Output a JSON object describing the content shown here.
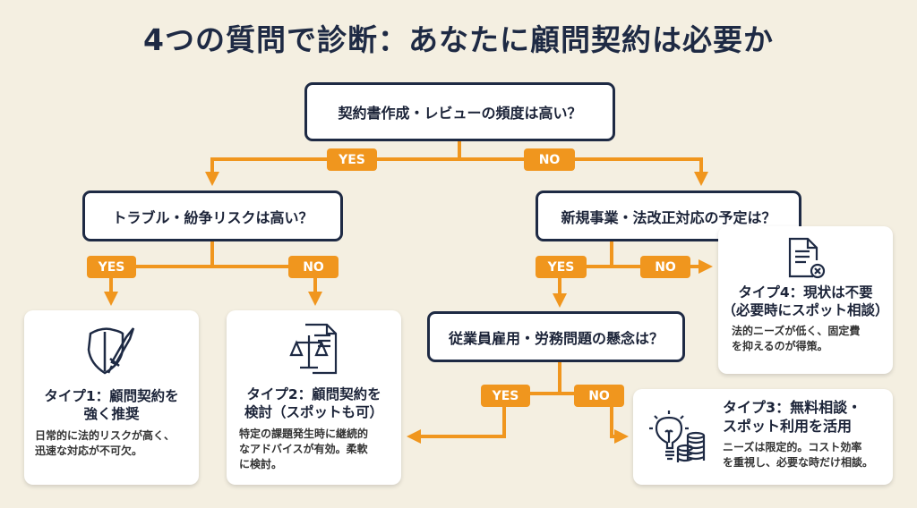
{
  "title": "4つの質問で診断：あなたに顧問契約は必要か",
  "questions": {
    "q1": "契約書作成・レビューの頻度は高い？",
    "q2": "トラブル・紛争リスクは高い？",
    "q3": "新規事業・法改正対応の予定は？",
    "q4": "従業員雇用・労務問題の懸念は？"
  },
  "labels": {
    "yes": "YES",
    "no": "NO"
  },
  "results": {
    "type1": {
      "title_l1": "タイプ1：顧問契約を",
      "title_l2": "強く推奨",
      "desc_l1": "日常的に法的リスクが高く、",
      "desc_l2": "迅速な対応が不可欠。"
    },
    "type2": {
      "title_l1": "タイプ2：顧問契約を",
      "title_l2": "検討（スポットも可）",
      "desc_l1": "特定の課題発生時に継続的",
      "desc_l2": "なアドバイスが有効。柔軟",
      "desc_l3": "に検討。"
    },
    "type3": {
      "title_l1": "タイプ3：無料相談・",
      "title_l2": "スポット利用を活用",
      "desc_l1": "ニーズは限定的。コスト効率",
      "desc_l2": "を重視し、必要な時だけ相談。"
    },
    "type4": {
      "title_l1": "タイプ4：現状は不要",
      "title_l2": "（必要時にスポット相談）",
      "desc_l1": "法的ニーズが低く、固定費",
      "desc_l2": "を抑えるのが得策。"
    }
  },
  "colors": {
    "navy": "#1e2a44",
    "orange": "#f0961e",
    "background": "#f4efe1"
  }
}
